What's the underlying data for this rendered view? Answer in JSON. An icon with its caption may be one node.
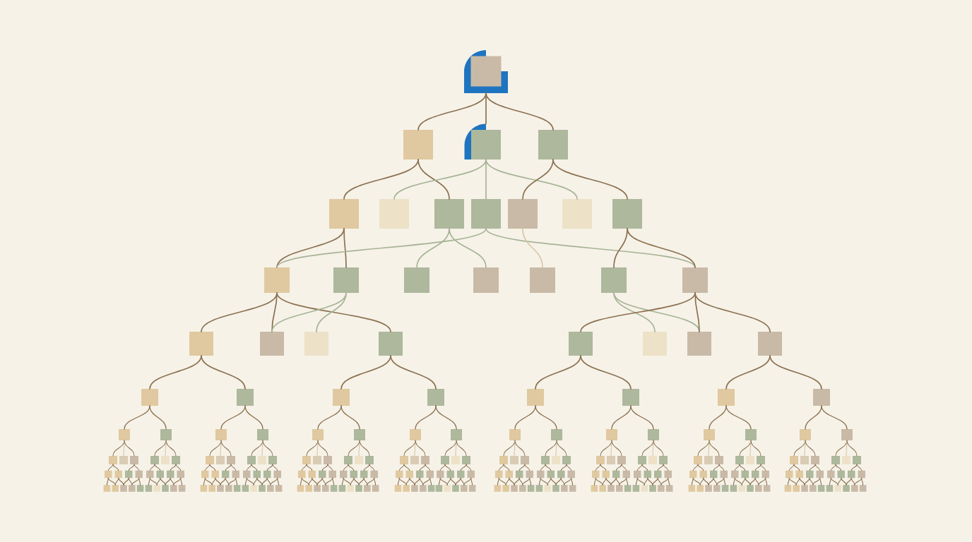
{
  "diagram": {
    "nodes": [
      {
        "text": [],
        "shape": "box"
      },
      {
        "text": [],
        "shape": "box"
      },
      {
        "text": [],
        "shape": "box"
      },
      {
        "text": [],
        "shape": "box"
      },
      {
        "text": [],
        "shape": "box"
      },
      {
        "text": [],
        "shape": "box"
      },
      {
        "text": [],
        "shape": "box"
      },
      {
        "text": [],
        "shape": "box"
      },
      {
        "text": [],
        "shape": "box"
      },
      {
        "text": [],
        "shape": "box"
      },
      {
        "text": [],
        "shape": "box"
      },
      {
        "text": [],
        "shape": "box"
      },
      {
        "text": [],
        "shape": "box"
      },
      {
        "text": [],
        "shape": "box"
      },
      {
        "text": [],
        "shape": "box"
      },
      {
        "text": [],
        "shape": "box"
      },
      {
        "text": [],
        "shape": "box"
      },
      {
        "text": [],
        "shape": "box"
      },
      {
        "text": [],
        "shape": "box"
      },
      {
        "text": [],
        "shape": "box"
      },
      {
        "text": [],
        "shape": "box"
      },
      {
        "text": [],
        "shape": "box"
      },
      {
        "text": [],
        "shape": "box"
      },
      {
        "text": [],
        "shape": "box"
      },
      {
        "text": [],
        "shape": "box"
      },
      {
        "text": [],
        "shape": "box"
      },
      {
        "text": [],
        "shape": "box"
      },
      {
        "text": [],
        "shape": "box"
      },
      {
        "text": [],
        "shape": "box"
      },
      {
        "text": [],
        "shape": "box"
      },
      {
        "text": [],
        "shape": "box"
      },
      {
        "text": [],
        "shape": "box"
      },
      {
        "text": [],
        "shape": "box"
      },
      {
        "text": [],
        "shape": "box"
      },
      {
        "text": [],
        "shape": "box"
      },
      {
        "text": [],
        "shape": "box"
      },
      {
        "text": [],
        "shape": "box"
      },
      {
        "text": [],
        "shape": "box"
      },
      {
        "text": [],
        "shape": "box"
      },
      {
        "text": [],
        "shape": "box"
      },
      {
        "text": [],
        "shape": "box"
      },
      {
        "text": [],
        "shape": "box"
      },
      {
        "text": [],
        "shape": "box"
      },
      {
        "text": [],
        "shape": "box"
      },
      {
        "text": [],
        "shape": "box"
      },
      {
        "text": [],
        "shape": "box"
      },
      {
        "text": [],
        "shape": "box"
      },
      {
        "text": [],
        "shape": "box"
      },
      {
        "text": [],
        "shape": "box"
      },
      {
        "text": [],
        "shape": "box"
      },
      {
        "text": [],
        "shape": "box"
      },
      {
        "text": [],
        "shape": "box"
      },
      {
        "text": [],
        "shape": "box"
      },
      {
        "text": [],
        "shape": "box"
      },
      {
        "text": [],
        "shape": "box"
      },
      {
        "text": [],
        "shape": "box"
      },
      {
        "text": [],
        "shape": "box"
      },
      {
        "text": [],
        "shape": "box"
      },
      {
        "text": [],
        "shape": "box"
      },
      {
        "text": [],
        "shape": "box"
      },
      {
        "text": [],
        "shape": "box"
      },
      {
        "text": [],
        "shape": "box"
      },
      {
        "text": [],
        "shape": "box"
      },
      {
        "text": [],
        "shape": "box"
      },
      {
        "text": [],
        "shape": "box"
      },
      {
        "text": [],
        "shape": "box"
      },
      {
        "text": [],
        "shape": "box"
      },
      {
        "text": [],
        "shape": "box"
      },
      {
        "text": [],
        "shape": "box"
      },
      {
        "text": [],
        "shape": "box"
      },
      {
        "text": [],
        "shape": "box"
      },
      {
        "text": [],
        "shape": "box"
      },
      {
        "text": [],
        "shape": "box"
      },
      {
        "text": [],
        "shape": "box"
      },
      {
        "text": [],
        "shape": "box"
      },
      {
        "text": [],
        "shape": "box"
      },
      {
        "text": [],
        "shape": "box"
      },
      {
        "text": [],
        "shape": "box"
      },
      {
        "text": [],
        "shape": "box"
      },
      {
        "text": [],
        "shape": "box"
      },
      {
        "text": [],
        "shape": "box"
      },
      {
        "text": [],
        "shape": "box"
      },
      {
        "text": [],
        "shape": "box"
      },
      {
        "text": [],
        "shape": "box"
      },
      {
        "text": [],
        "shape": "box"
      },
      {
        "text": [],
        "shape": "box"
      },
      {
        "text": [],
        "shape": "box"
      },
      {
        "text": [],
        "shape": "box"
      },
      {
        "text": [],
        "shape": "box"
      },
      {
        "text": [],
        "shape": "box"
      },
      {
        "text": [],
        "shape": "box"
      },
      {
        "text": [],
        "shape": "box"
      },
      {
        "text": [],
        "shape": "box"
      },
      {
        "text": [],
        "shape": "box"
      },
      {
        "text": [],
        "shape": "box"
      },
      {
        "text": [],
        "shape": "box"
      },
      {
        "text": [],
        "shape": "box"
      },
      {
        "text": [],
        "shape": "box"
      },
      {
        "text": [],
        "shape": "box"
      },
      {
        "text": [],
        "shape": "box"
      },
      {
        "text": [],
        "shape": "box"
      },
      {
        "text": [],
        "shape": "box"
      },
      {
        "text": [],
        "shape": "box"
      },
      {
        "text": [],
        "shape": "box"
      },
      {
        "text": [],
        "shape": "box"
      },
      {
        "text": [],
        "shape": "box"
      },
      {
        "text": [],
        "shape": "box"
      },
      {
        "text": [],
        "shape": "box"
      },
      {
        "text": [],
        "shape": "box"
      },
      {
        "text": [],
        "shape": "box"
      },
      {
        "text": [],
        "shape": "box"
      },
      {
        "text": [],
        "shape": "box"
      },
      {
        "text": [],
        "shape": "box"
      },
      {
        "text": [],
        "shape": "box"
      },
      {
        "text": [],
        "shape": "box"
      },
      {
        "text": [],
        "shape": "box"
      },
      {
        "text": [],
        "shape": "box"
      },
      {
        "text": [],
        "shape": "box"
      },
      {
        "text": [],
        "shape": "box"
      },
      {
        "text": [],
        "shape": "box"
      },
      {
        "text": [],
        "shape": "box"
      },
      {
        "text": [],
        "shape": "box"
      },
      {
        "text": [],
        "shape": "box"
      },
      {
        "text": [],
        "shape": "box"
      },
      {
        "text": [],
        "shape": "box"
      },
      {
        "text": [],
        "shape": "box"
      },
      {
        "text": [],
        "shape": "box"
      },
      {
        "text": [],
        "shape": "box"
      },
      {
        "text": [],
        "shape": "box"
      },
      {
        "text": [],
        "shape": "box"
      },
      {
        "text": [],
        "shape": "box"
      },
      {
        "text": [],
        "shape": "box"
      },
      {
        "text": [],
        "shape": "box"
      },
      {
        "text": [],
        "shape": "box"
      },
      {
        "text": [],
        "shape": "box"
      },
      {
        "text": [],
        "shape": "box"
      },
      {
        "text": [],
        "shape": "box"
      },
      {
        "text": [],
        "shape": "box"
      },
      {
        "text": [],
        "shape": "box"
      },
      {
        "text": [],
        "shape": "box"
      },
      {
        "text": [],
        "shape": "box"
      },
      {
        "text": [],
        "shape": "box"
      },
      {
        "text": [],
        "shape": "box"
      },
      {
        "text": [],
        "shape": "box"
      },
      {
        "text": [],
        "shape": "box"
      },
      {
        "text": [],
        "shape": "box"
      },
      {
        "text": [],
        "shape": "box"
      },
      {
        "text": [],
        "shape": "box"
      },
      {
        "text": [],
        "shape": "box"
      },
      {
        "text": [],
        "shape": "box"
      },
      {
        "text": [],
        "shape": "box"
      },
      {
        "text": [],
        "shape": "box"
      },
      {
        "text": [],
        "shape": "box"
      },
      {
        "text": [],
        "shape": "box"
      },
      {
        "text": [],
        "shape": "box"
      },
      {
        "text": [],
        "shape": "box"
      },
      {
        "text": [],
        "shape": "box"
      },
      {
        "text": [],
        "shape": "box"
      },
      {
        "text": [],
        "shape": "box"
      },
      {
        "text": [],
        "shape": "box"
      },
      {
        "text": [],
        "shape": "box"
      },
      {
        "text": [],
        "shape": "box"
      },
      {
        "text": [],
        "shape": "box"
      },
      {
        "text": [],
        "shape": "box"
      },
      {
        "text": [],
        "shape": "box"
      },
      {
        "text": [],
        "shape": "box"
      },
      {
        "text": [],
        "shape": "box"
      },
      {
        "text": [],
        "shape": "box"
      },
      {
        "text": [],
        "shape": "box"
      },
      {
        "text": [],
        "shape": "box"
      },
      {
        "text": [],
        "shape": "box"
      },
      {
        "text": [],
        "shape": "box"
      },
      {
        "text": [],
        "shape": "box"
      },
      {
        "text": [],
        "shape": "box"
      },
      {
        "text": [],
        "shape": "box"
      },
      {
        "text": [],
        "shape": "box"
      },
      {
        "text": [],
        "shape": "box"
      },
      {
        "text": [],
        "shape": "box"
      },
      {
        "text": [],
        "shape": "box"
      },
      {
        "text": [],
        "shape": "box"
      },
      {
        "text": [],
        "shape": "box"
      },
      {
        "text": [],
        "shape": "box"
      },
      {
        "text": [],
        "shape": "box"
      },
      {
        "text": [],
        "shape": "box"
      },
      {
        "text": [],
        "shape": "box"
      },
      {
        "text": [],
        "shape": "box"
      },
      {
        "text": [],
        "shape": "box"
      },
      {
        "text": [],
        "shape": "box"
      },
      {
        "text": [],
        "shape": "box"
      },
      {
        "text": [],
        "shape": "box"
      },
      {
        "text": [],
        "shape": "box"
      },
      {
        "text": [],
        "shape": "box"
      },
      {
        "text": [],
        "shape": "box"
      },
      {
        "text": [],
        "shape": "box"
      },
      {
        "text": [],
        "shape": "box"
      },
      {
        "text": [],
        "shape": "box"
      },
      {
        "text": [],
        "shape": "box"
      },
      {
        "text": [],
        "shape": "box"
      },
      {
        "text": [],
        "shape": "box"
      },
      {
        "text": [],
        "shape": "box"
      },
      {
        "text": [],
        "shape": "box"
      },
      {
        "text": [],
        "shape": "box"
      },
      {
        "text": [],
        "shape": "box"
      },
      {
        "text": [],
        "shape": "box"
      },
      {
        "text": [],
        "shape": "box"
      },
      {
        "text": [],
        "shape": "box"
      },
      {
        "text": [],
        "shape": "box"
      },
      {
        "text": [],
        "shape": "box"
      },
      {
        "text": [],
        "shape": "box"
      },
      {
        "text": [],
        "shape": "box"
      },
      {
        "text": [],
        "shape": "box"
      },
      {
        "text": [],
        "shape": "box"
      },
      {
        "text": [],
        "shape": "box"
      },
      {
        "text": [],
        "shape": "box"
      },
      {
        "text": [],
        "shape": "box"
      },
      {
        "text": [],
        "shape": "box"
      },
      {
        "text": [],
        "shape": "box"
      },
      {
        "text": [],
        "shape": "box"
      },
      {
        "text": [],
        "shape": "box"
      },
      {
        "text": [],
        "shape": "box"
      },
      {
        "text": [],
        "shape": "box"
      },
      {
        "text": [],
        "shape": "box"
      },
      {
        "text": [],
        "shape": "box"
      },
      {
        "text": [],
        "shape": "box"
      },
      {
        "text": [],
        "shape": "box"
      },
      {
        "text": [],
        "shape": "box"
      },
      {
        "text": [],
        "shape": "box"
      },
      {
        "text": [],
        "shape": "box"
      },
      {
        "text": [],
        "shape": "box"
      },
      {
        "text": [],
        "shape": "box"
      },
      {
        "text": [],
        "shape": "box"
      },
      {
        "text": [],
        "shape": "box"
      },
      {
        "text": [],
        "shape": "box"
      },
      {
        "text": [],
        "shape": "box"
      },
      {
        "text": [],
        "shape": "box"
      },
      {
        "text": [],
        "shape": "box"
      },
      {
        "text": [],
        "shape": "box"
      },
      {
        "text": [],
        "shape": "box"
      },
      {
        "text": [],
        "shape": "box"
      },
      {
        "text": [],
        "shape": "box"
      },
      {
        "text": [],
        "shape": "box"
      },
      {
        "text": [],
        "shape": "box"
      }
    ],
    "edges": [
      {
        "from": 0,
        "to": 1,
        "arrow": "none"
      },
      {
        "from": 0,
        "to": 2,
        "arrow": "none"
      },
      {
        "from": 0,
        "to": 3,
        "arrow": "none"
      },
      {
        "from": 1,
        "to": 4,
        "arrow": "none"
      },
      {
        "from": 1,
        "to": 6,
        "arrow": "none"
      },
      {
        "from": 2,
        "to": 5,
        "arrow": "none",
        "color": "#a7b396"
      },
      {
        "from": 2,
        "to": 7,
        "arrow": "none",
        "color": "#a7b396"
      },
      {
        "from": 2,
        "to": 9,
        "arrow": "none",
        "color": "#a7b396"
      },
      {
        "from": 3,
        "to": 8,
        "arrow": "none"
      },
      {
        "from": 3,
        "to": 10,
        "arrow": "none"
      },
      {
        "from": 4,
        "to": 11,
        "arrow": "none"
      },
      {
        "from": 4,
        "to": 12,
        "arrow": "none"
      },
      {
        "from": 6,
        "to": 13,
        "arrow": "none",
        "color": "#a7b396"
      },
      {
        "from": 6,
        "to": 14,
        "arrow": "none",
        "color": "#a7b396"
      },
      {
        "from": 7,
        "to": 11,
        "arrow": "none",
        "color": "#a7b396"
      },
      {
        "from": 7,
        "to": 17,
        "arrow": "none",
        "color": "#a7b396"
      },
      {
        "from": 8,
        "to": 15,
        "arrow": "none",
        "color": "#d8c6a6"
      },
      {
        "from": 10,
        "to": 16,
        "arrow": "none"
      },
      {
        "from": 10,
        "to": 17,
        "arrow": "none"
      },
      {
        "from": 11,
        "to": 18,
        "arrow": "none"
      },
      {
        "from": 11,
        "to": 19,
        "arrow": "none"
      },
      {
        "from": 11,
        "to": 21,
        "arrow": "none"
      },
      {
        "from": 12,
        "to": 19,
        "arrow": "none",
        "color": "#a7b396"
      },
      {
        "from": 12,
        "to": 20,
        "arrow": "none",
        "color": "#a7b396"
      },
      {
        "from": 16,
        "to": 23,
        "arrow": "none",
        "color": "#a7b396"
      },
      {
        "from": 16,
        "to": 24,
        "arrow": "none",
        "color": "#a7b396"
      },
      {
        "from": 17,
        "to": 22,
        "arrow": "none"
      },
      {
        "from": 17,
        "to": 24,
        "arrow": "none"
      },
      {
        "from": 17,
        "to": 25,
        "arrow": "none"
      },
      {
        "from": 18,
        "to": 26,
        "arrow": "none"
      },
      {
        "from": 18,
        "to": 27,
        "arrow": "none"
      },
      {
        "from": 21,
        "to": 28,
        "arrow": "none"
      },
      {
        "from": 21,
        "to": 29,
        "arrow": "none"
      },
      {
        "from": 22,
        "to": 30,
        "arrow": "none"
      },
      {
        "from": 22,
        "to": 31,
        "arrow": "none"
      },
      {
        "from": 25,
        "to": 32,
        "arrow": "none"
      },
      {
        "from": 25,
        "to": 33,
        "arrow": "none"
      },
      {
        "from": 26,
        "to": 34,
        "arrow": "none"
      },
      {
        "from": 26,
        "to": 35,
        "arrow": "none"
      },
      {
        "from": 27,
        "to": 36,
        "arrow": "none"
      },
      {
        "from": 27,
        "to": 37,
        "arrow": "none"
      },
      {
        "from": 28,
        "to": 38,
        "arrow": "none"
      },
      {
        "from": 28,
        "to": 39,
        "arrow": "none"
      },
      {
        "from": 29,
        "to": 40,
        "arrow": "none"
      },
      {
        "from": 29,
        "to": 41,
        "arrow": "none"
      },
      {
        "from": 30,
        "to": 42,
        "arrow": "none"
      },
      {
        "from": 30,
        "to": 43,
        "arrow": "none"
      },
      {
        "from": 31,
        "to": 44,
        "arrow": "none"
      },
      {
        "from": 31,
        "to": 45,
        "arrow": "none"
      },
      {
        "from": 32,
        "to": 46,
        "arrow": "none"
      },
      {
        "from": 32,
        "to": 47,
        "arrow": "none"
      },
      {
        "from": 33,
        "to": 48,
        "arrow": "none"
      },
      {
        "from": 33,
        "to": 49,
        "arrow": "none"
      },
      {
        "from": 34,
        "to": 50,
        "arrow": "none"
      },
      {
        "from": 34,
        "to": 51,
        "arrow": "none",
        "color": "#d8c6a6"
      },
      {
        "from": 34,
        "to": 52,
        "arrow": "none"
      },
      {
        "from": 35,
        "to": 53,
        "arrow": "none"
      },
      {
        "from": 35,
        "to": 54,
        "arrow": "none",
        "color": "#d8c6a6"
      },
      {
        "from": 35,
        "to": 55,
        "arrow": "none"
      },
      {
        "from": 36,
        "to": 56,
        "arrow": "none"
      },
      {
        "from": 36,
        "to": 57,
        "arrow": "none",
        "color": "#d8c6a6"
      },
      {
        "from": 36,
        "to": 58,
        "arrow": "none"
      },
      {
        "from": 37,
        "to": 59,
        "arrow": "none"
      },
      {
        "from": 37,
        "to": 60,
        "arrow": "none",
        "color": "#d8c6a6"
      },
      {
        "from": 37,
        "to": 61,
        "arrow": "none"
      },
      {
        "from": 38,
        "to": 62,
        "arrow": "none"
      },
      {
        "from": 38,
        "to": 63,
        "arrow": "none",
        "color": "#d8c6a6"
      },
      {
        "from": 38,
        "to": 64,
        "arrow": "none"
      },
      {
        "from": 39,
        "to": 65,
        "arrow": "none"
      },
      {
        "from": 39,
        "to": 66,
        "arrow": "none",
        "color": "#d8c6a6"
      },
      {
        "from": 39,
        "to": 67,
        "arrow": "none"
      },
      {
        "from": 40,
        "to": 68,
        "arrow": "none"
      },
      {
        "from": 40,
        "to": 69,
        "arrow": "none",
        "color": "#d8c6a6"
      },
      {
        "from": 40,
        "to": 70,
        "arrow": "none"
      },
      {
        "from": 41,
        "to": 71,
        "arrow": "none"
      },
      {
        "from": 41,
        "to": 72,
        "arrow": "none",
        "color": "#d8c6a6"
      },
      {
        "from": 41,
        "to": 73,
        "arrow": "none"
      },
      {
        "from": 42,
        "to": 74,
        "arrow": "none"
      },
      {
        "from": 42,
        "to": 75,
        "arrow": "none",
        "color": "#d8c6a6"
      },
      {
        "from": 42,
        "to": 76,
        "arrow": "none"
      },
      {
        "from": 43,
        "to": 77,
        "arrow": "none"
      },
      {
        "from": 43,
        "to": 78,
        "arrow": "none",
        "color": "#d8c6a6"
      },
      {
        "from": 43,
        "to": 79,
        "arrow": "none"
      },
      {
        "from": 44,
        "to": 80,
        "arrow": "none"
      },
      {
        "from": 44,
        "to": 81,
        "arrow": "none",
        "color": "#d8c6a6"
      },
      {
        "from": 44,
        "to": 82,
        "arrow": "none"
      },
      {
        "from": 45,
        "to": 83,
        "arrow": "none"
      },
      {
        "from": 45,
        "to": 84,
        "arrow": "none",
        "color": "#d8c6a6"
      },
      {
        "from": 45,
        "to": 85,
        "arrow": "none"
      },
      {
        "from": 46,
        "to": 86,
        "arrow": "none"
      },
      {
        "from": 46,
        "to": 87,
        "arrow": "none",
        "color": "#d8c6a6"
      },
      {
        "from": 46,
        "to": 88,
        "arrow": "none"
      },
      {
        "from": 47,
        "to": 89,
        "arrow": "none"
      },
      {
        "from": 47,
        "to": 90,
        "arrow": "none",
        "color": "#d8c6a6"
      },
      {
        "from": 47,
        "to": 91,
        "arrow": "none"
      },
      {
        "from": 48,
        "to": 92,
        "arrow": "none"
      },
      {
        "from": 48,
        "to": 93,
        "arrow": "none",
        "color": "#d8c6a6"
      },
      {
        "from": 48,
        "to": 94,
        "arrow": "none"
      },
      {
        "from": 49,
        "to": 95,
        "arrow": "none"
      },
      {
        "from": 49,
        "to": 96,
        "arrow": "none",
        "color": "#d8c6a6"
      },
      {
        "from": 49,
        "to": 97,
        "arrow": "none"
      },
      {
        "from": 50,
        "to": 98,
        "arrow": "none"
      },
      {
        "from": 50,
        "to": 99,
        "arrow": "none"
      },
      {
        "from": 52,
        "to": 100,
        "arrow": "none"
      },
      {
        "from": 52,
        "to": 101,
        "arrow": "none"
      },
      {
        "from": 53,
        "to": 102,
        "arrow": "none"
      },
      {
        "from": 53,
        "to": 103,
        "arrow": "none"
      },
      {
        "from": 55,
        "to": 104,
        "arrow": "none"
      },
      {
        "from": 55,
        "to": 105,
        "arrow": "none"
      },
      {
        "from": 56,
        "to": 106,
        "arrow": "none"
      },
      {
        "from": 56,
        "to": 107,
        "arrow": "none"
      },
      {
        "from": 58,
        "to": 108,
        "arrow": "none"
      },
      {
        "from": 58,
        "to": 109,
        "arrow": "none"
      },
      {
        "from": 59,
        "to": 110,
        "arrow": "none"
      },
      {
        "from": 59,
        "to": 111,
        "arrow": "none"
      },
      {
        "from": 61,
        "to": 112,
        "arrow": "none"
      },
      {
        "from": 61,
        "to": 113,
        "arrow": "none"
      },
      {
        "from": 62,
        "to": 114,
        "arrow": "none"
      },
      {
        "from": 62,
        "to": 115,
        "arrow": "none"
      },
      {
        "from": 64,
        "to": 116,
        "arrow": "none"
      },
      {
        "from": 64,
        "to": 117,
        "arrow": "none"
      },
      {
        "from": 65,
        "to": 118,
        "arrow": "none"
      },
      {
        "from": 65,
        "to": 119,
        "arrow": "none"
      },
      {
        "from": 67,
        "to": 120,
        "arrow": "none"
      },
      {
        "from": 67,
        "to": 121,
        "arrow": "none"
      },
      {
        "from": 68,
        "to": 122,
        "arrow": "none"
      },
      {
        "from": 68,
        "to": 123,
        "arrow": "none"
      },
      {
        "from": 70,
        "to": 124,
        "arrow": "none"
      },
      {
        "from": 70,
        "to": 125,
        "arrow": "none"
      },
      {
        "from": 71,
        "to": 126,
        "arrow": "none"
      },
      {
        "from": 71,
        "to": 127,
        "arrow": "none"
      },
      {
        "from": 73,
        "to": 128,
        "arrow": "none"
      },
      {
        "from": 73,
        "to": 129,
        "arrow": "none"
      },
      {
        "from": 74,
        "to": 130,
        "arrow": "none"
      },
      {
        "from": 74,
        "to": 131,
        "arrow": "none"
      },
      {
        "from": 76,
        "to": 132,
        "arrow": "none"
      },
      {
        "from": 76,
        "to": 133,
        "arrow": "none"
      },
      {
        "from": 77,
        "to": 134,
        "arrow": "none"
      },
      {
        "from": 77,
        "to": 135,
        "arrow": "none"
      },
      {
        "from": 79,
        "to": 136,
        "arrow": "none"
      },
      {
        "from": 79,
        "to": 137,
        "arrow": "none"
      },
      {
        "from": 80,
        "to": 138,
        "arrow": "none"
      },
      {
        "from": 80,
        "to": 139,
        "arrow": "none"
      },
      {
        "from": 82,
        "to": 140,
        "arrow": "none"
      },
      {
        "from": 82,
        "to": 141,
        "arrow": "none"
      },
      {
        "from": 83,
        "to": 142,
        "arrow": "none"
      },
      {
        "from": 83,
        "to": 143,
        "arrow": "none"
      },
      {
        "from": 85,
        "to": 144,
        "arrow": "none"
      },
      {
        "from": 85,
        "to": 145,
        "arrow": "none"
      },
      {
        "from": 86,
        "to": 146,
        "arrow": "none"
      },
      {
        "from": 86,
        "to": 147,
        "arrow": "none"
      },
      {
        "from": 88,
        "to": 148,
        "arrow": "none"
      },
      {
        "from": 88,
        "to": 149,
        "arrow": "none"
      },
      {
        "from": 89,
        "to": 150,
        "arrow": "none"
      },
      {
        "from": 89,
        "to": 151,
        "arrow": "none"
      },
      {
        "from": 91,
        "to": 152,
        "arrow": "none"
      },
      {
        "from": 91,
        "to": 153,
        "arrow": "none"
      },
      {
        "from": 92,
        "to": 154,
        "arrow": "none"
      },
      {
        "from": 92,
        "to": 155,
        "arrow": "none"
      },
      {
        "from": 94,
        "to": 156,
        "arrow": "none"
      },
      {
        "from": 94,
        "to": 157,
        "arrow": "none"
      },
      {
        "from": 95,
        "to": 158,
        "arrow": "none"
      },
      {
        "from": 95,
        "to": 159,
        "arrow": "none"
      },
      {
        "from": 97,
        "to": 160,
        "arrow": "none"
      },
      {
        "from": 97,
        "to": 161,
        "arrow": "none"
      },
      {
        "from": 98,
        "to": 162,
        "arrow": "none"
      },
      {
        "from": 98,
        "to": 163,
        "arrow": "none"
      },
      {
        "from": 99,
        "to": 163,
        "arrow": "none"
      },
      {
        "from": 99,
        "to": 164,
        "arrow": "none"
      },
      {
        "from": 100,
        "to": 164,
        "arrow": "none"
      },
      {
        "from": 100,
        "to": 165,
        "arrow": "none"
      },
      {
        "from": 101,
        "to": 165,
        "arrow": "none"
      },
      {
        "from": 101,
        "to": 166,
        "arrow": "none"
      },
      {
        "from": 102,
        "to": 167,
        "arrow": "none"
      },
      {
        "from": 102,
        "to": 168,
        "arrow": "none"
      },
      {
        "from": 103,
        "to": 168,
        "arrow": "none"
      },
      {
        "from": 103,
        "to": 169,
        "arrow": "none"
      },
      {
        "from": 104,
        "to": 169,
        "arrow": "none"
      },
      {
        "from": 104,
        "to": 170,
        "arrow": "none"
      },
      {
        "from": 105,
        "to": 170,
        "arrow": "none"
      },
      {
        "from": 105,
        "to": 171,
        "arrow": "none"
      },
      {
        "from": 106,
        "to": 172,
        "arrow": "none"
      },
      {
        "from": 106,
        "to": 173,
        "arrow": "none"
      },
      {
        "from": 107,
        "to": 173,
        "arrow": "none"
      },
      {
        "from": 107,
        "to": 174,
        "arrow": "none"
      },
      {
        "from": 108,
        "to": 174,
        "arrow": "none"
      },
      {
        "from": 108,
        "to": 175,
        "arrow": "none"
      },
      {
        "from": 109,
        "to": 175,
        "arrow": "none"
      },
      {
        "from": 109,
        "to": 176,
        "arrow": "none"
      },
      {
        "from": 110,
        "to": 177,
        "arrow": "none"
      },
      {
        "from": 110,
        "to": 178,
        "arrow": "none"
      },
      {
        "from": 111,
        "to": 178,
        "arrow": "none"
      },
      {
        "from": 111,
        "to": 179,
        "arrow": "none"
      },
      {
        "from": 112,
        "to": 179,
        "arrow": "none"
      },
      {
        "from": 112,
        "to": 180,
        "arrow": "none"
      },
      {
        "from": 113,
        "to": 180,
        "arrow": "none"
      },
      {
        "from": 113,
        "to": 181,
        "arrow": "none"
      },
      {
        "from": 114,
        "to": 182,
        "arrow": "none"
      },
      {
        "from": 114,
        "to": 183,
        "arrow": "none"
      },
      {
        "from": 115,
        "to": 183,
        "arrow": "none"
      },
      {
        "from": 115,
        "to": 184,
        "arrow": "none"
      },
      {
        "from": 116,
        "to": 184,
        "arrow": "none"
      },
      {
        "from": 116,
        "to": 185,
        "arrow": "none"
      },
      {
        "from": 117,
        "to": 185,
        "arrow": "none"
      },
      {
        "from": 117,
        "to": 186,
        "arrow": "none"
      },
      {
        "from": 118,
        "to": 187,
        "arrow": "none"
      },
      {
        "from": 118,
        "to": 188,
        "arrow": "none"
      },
      {
        "from": 119,
        "to": 188,
        "arrow": "none"
      },
      {
        "from": 119,
        "to": 189,
        "arrow": "none"
      },
      {
        "from": 120,
        "to": 189,
        "arrow": "none"
      },
      {
        "from": 120,
        "to": 190,
        "arrow": "none"
      },
      {
        "from": 121,
        "to": 190,
        "arrow": "none"
      },
      {
        "from": 121,
        "to": 191,
        "arrow": "none"
      },
      {
        "from": 122,
        "to": 192,
        "arrow": "none"
      },
      {
        "from": 122,
        "to": 193,
        "arrow": "none"
      },
      {
        "from": 123,
        "to": 193,
        "arrow": "none"
      },
      {
        "from": 123,
        "to": 194,
        "arrow": "none"
      },
      {
        "from": 124,
        "to": 194,
        "arrow": "none"
      },
      {
        "from": 124,
        "to": 195,
        "arrow": "none"
      },
      {
        "from": 125,
        "to": 195,
        "arrow": "none"
      },
      {
        "from": 125,
        "to": 196,
        "arrow": "none"
      },
      {
        "from": 126,
        "to": 197,
        "arrow": "none"
      },
      {
        "from": 126,
        "to": 198,
        "arrow": "none"
      },
      {
        "from": 127,
        "to": 198,
        "arrow": "none"
      },
      {
        "from": 127,
        "to": 199,
        "arrow": "none"
      },
      {
        "from": 128,
        "to": 199,
        "arrow": "none"
      },
      {
        "from": 128,
        "to": 200,
        "arrow": "none"
      },
      {
        "from": 129,
        "to": 200,
        "arrow": "none"
      },
      {
        "from": 129,
        "to": 201,
        "arrow": "none"
      },
      {
        "from": 130,
        "to": 202,
        "arrow": "none"
      },
      {
        "from": 130,
        "to": 203,
        "arrow": "none"
      },
      {
        "from": 131,
        "to": 203,
        "arrow": "none"
      },
      {
        "from": 131,
        "to": 204,
        "arrow": "none"
      },
      {
        "from": 132,
        "to": 204,
        "arrow": "none"
      },
      {
        "from": 132,
        "to": 205,
        "arrow": "none"
      },
      {
        "from": 133,
        "to": 205,
        "arrow": "none"
      },
      {
        "from": 133,
        "to": 206,
        "arrow": "none"
      },
      {
        "from": 134,
        "to": 207,
        "arrow": "none"
      },
      {
        "from": 134,
        "to": 208,
        "arrow": "none"
      },
      {
        "from": 135,
        "to": 208,
        "arrow": "none"
      },
      {
        "from": 135,
        "to": 209,
        "arrow": "none"
      },
      {
        "from": 136,
        "to": 209,
        "arrow": "none"
      },
      {
        "from": 136,
        "to": 210,
        "arrow": "none"
      },
      {
        "from": 137,
        "to": 210,
        "arrow": "none"
      },
      {
        "from": 137,
        "to": 211,
        "arrow": "none"
      },
      {
        "from": 138,
        "to": 212,
        "arrow": "none"
      },
      {
        "from": 138,
        "to": 213,
        "arrow": "none"
      },
      {
        "from": 139,
        "to": 213,
        "arrow": "none"
      },
      {
        "from": 139,
        "to": 214,
        "arrow": "none"
      },
      {
        "from": 140,
        "to": 214,
        "arrow": "none"
      },
      {
        "from": 140,
        "to": 215,
        "arrow": "none"
      },
      {
        "from": 141,
        "to": 215,
        "arrow": "none"
      },
      {
        "from": 141,
        "to": 216,
        "arrow": "none"
      },
      {
        "from": 142,
        "to": 217,
        "arrow": "none"
      },
      {
        "from": 142,
        "to": 218,
        "arrow": "none"
      },
      {
        "from": 143,
        "to": 218,
        "arrow": "none"
      },
      {
        "from": 143,
        "to": 219,
        "arrow": "none"
      },
      {
        "from": 144,
        "to": 219,
        "arrow": "none"
      },
      {
        "from": 144,
        "to": 220,
        "arrow": "none"
      },
      {
        "from": 145,
        "to": 220,
        "arrow": "none"
      },
      {
        "from": 145,
        "to": 221,
        "arrow": "none"
      },
      {
        "from": 146,
        "to": 222,
        "arrow": "none"
      },
      {
        "from": 146,
        "to": 223,
        "arrow": "none"
      },
      {
        "from": 147,
        "to": 223,
        "arrow": "none"
      },
      {
        "from": 147,
        "to": 224,
        "arrow": "none"
      },
      {
        "from": 148,
        "to": 224,
        "arrow": "none"
      },
      {
        "from": 148,
        "to": 225,
        "arrow": "none"
      },
      {
        "from": 149,
        "to": 225,
        "arrow": "none"
      },
      {
        "from": 149,
        "to": 226,
        "arrow": "none"
      },
      {
        "from": 150,
        "to": 227,
        "arrow": "none"
      },
      {
        "from": 150,
        "to": 228,
        "arrow": "none"
      },
      {
        "from": 151,
        "to": 228,
        "arrow": "none"
      },
      {
        "from": 151,
        "to": 229,
        "arrow": "none"
      },
      {
        "from": 152,
        "to": 229,
        "arrow": "none"
      },
      {
        "from": 152,
        "to": 230,
        "arrow": "none"
      },
      {
        "from": 153,
        "to": 230,
        "arrow": "none"
      },
      {
        "from": 153,
        "to": 231,
        "arrow": "none"
      },
      {
        "from": 154,
        "to": 232,
        "arrow": "none"
      },
      {
        "from": 154,
        "to": 233,
        "arrow": "none"
      },
      {
        "from": 155,
        "to": 233,
        "arrow": "none"
      },
      {
        "from": 155,
        "to": 234,
        "arrow": "none"
      },
      {
        "from": 156,
        "to": 234,
        "arrow": "none"
      },
      {
        "from": 156,
        "to": 235,
        "arrow": "none"
      },
      {
        "from": 157,
        "to": 235,
        "arrow": "none"
      },
      {
        "from": 157,
        "to": 236,
        "arrow": "none"
      },
      {
        "from": 158,
        "to": 237,
        "arrow": "none"
      },
      {
        "from": 158,
        "to": 238,
        "arrow": "none"
      },
      {
        "from": 159,
        "to": 238,
        "arrow": "none"
      },
      {
        "from": 159,
        "to": 239,
        "arrow": "none"
      },
      {
        "from": 160,
        "to": 239,
        "arrow": "none"
      },
      {
        "from": 160,
        "to": 240,
        "arrow": "none"
      },
      {
        "from": 161,
        "to": 240,
        "arrow": "none"
      },
      {
        "from": 161,
        "to": 241,
        "arrow": "none"
      }
    ]
  }
}
